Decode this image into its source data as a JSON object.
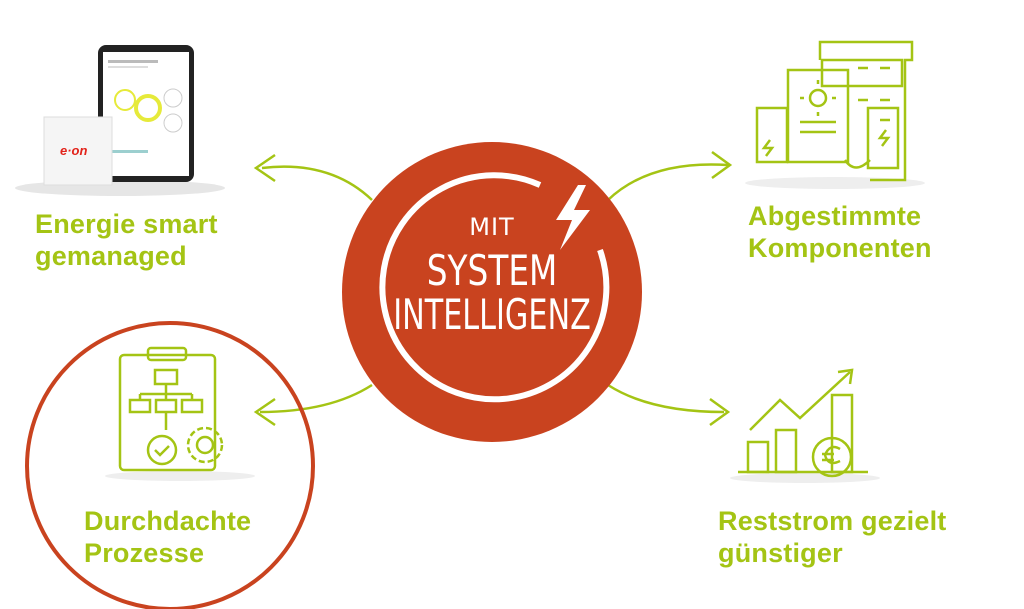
{
  "center": {
    "line1": "MIT",
    "line2": "SYSTEM",
    "line3": "INTELLIGENZ"
  },
  "items": [
    {
      "line1": "Energie smart",
      "line2": "gemanaged",
      "icon": "tablet-device-icon"
    },
    {
      "line1": "Abgestimmte",
      "line2": "Komponenten",
      "icon": "building-solar-battery-icon"
    },
    {
      "line1": "Durchdachte",
      "line2": "Prozesse",
      "icon": "flowchart-gear-icon"
    },
    {
      "line1": "Reststrom gezielt",
      "line2": "günstiger",
      "icon": "chart-euro-icon"
    }
  ],
  "device": {
    "brand": "e·on"
  },
  "colors": {
    "green": "#a4c414",
    "orange": "#c9431f"
  }
}
